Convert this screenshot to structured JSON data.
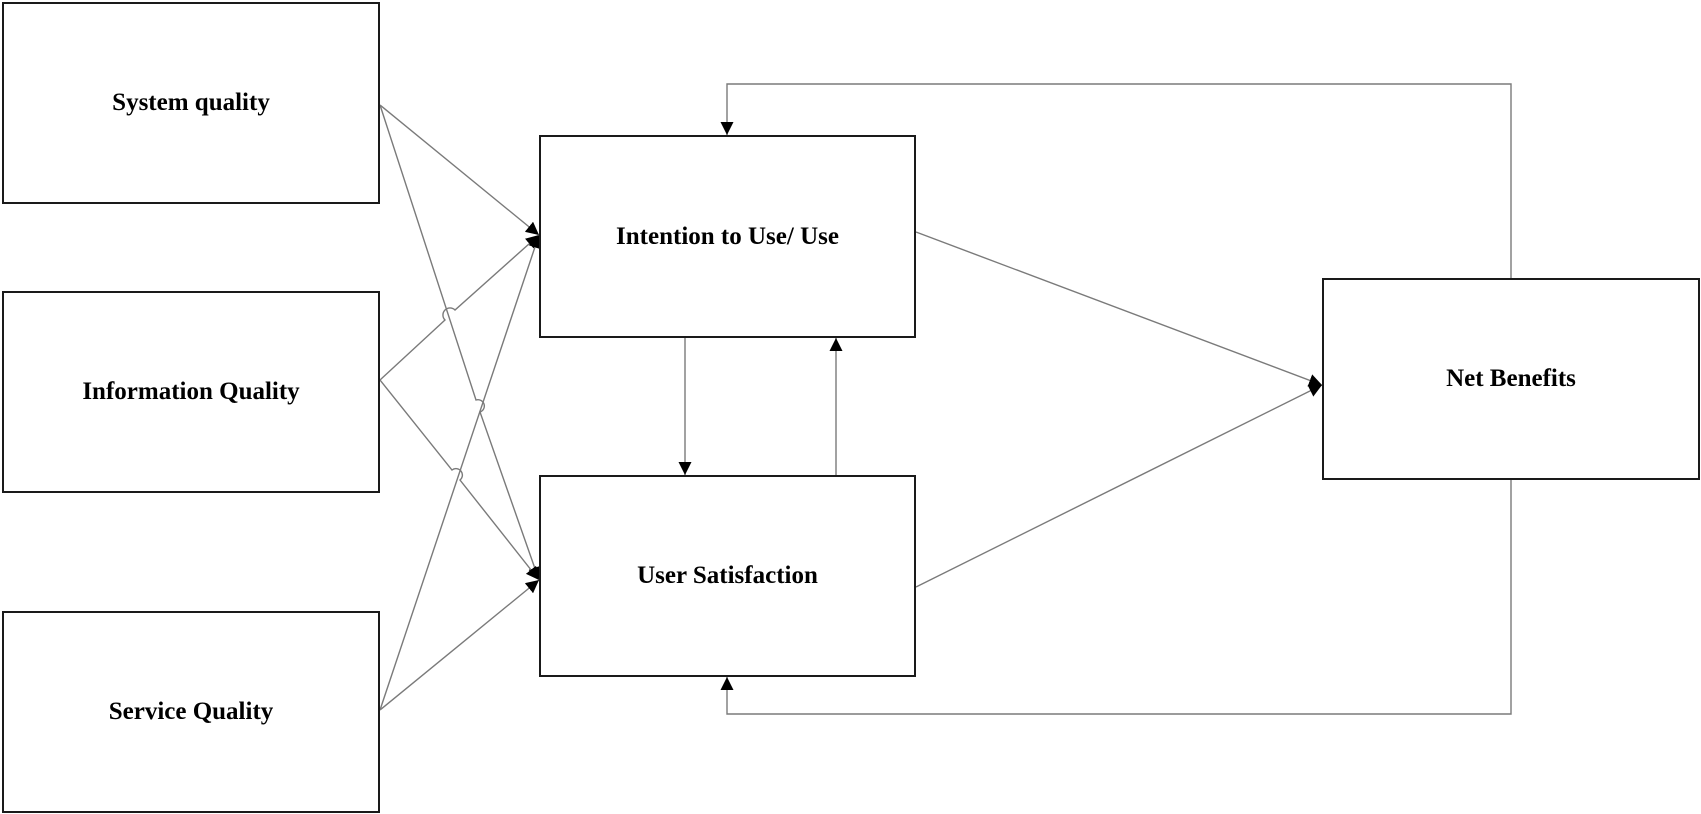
{
  "diagram": {
    "nodes": {
      "system_quality": "System quality",
      "information_quality": "Information Quality",
      "service_quality": "Service Quality",
      "intention_to_use": "Intention to Use/ Use",
      "user_satisfaction": "User Satisfaction",
      "net_benefits": "Net Benefits"
    },
    "edges": [
      {
        "from": "system_quality",
        "to": "intention_to_use"
      },
      {
        "from": "system_quality",
        "to": "user_satisfaction"
      },
      {
        "from": "information_quality",
        "to": "intention_to_use"
      },
      {
        "from": "information_quality",
        "to": "user_satisfaction"
      },
      {
        "from": "service_quality",
        "to": "intention_to_use"
      },
      {
        "from": "service_quality",
        "to": "user_satisfaction"
      },
      {
        "from": "intention_to_use",
        "to": "user_satisfaction"
      },
      {
        "from": "user_satisfaction",
        "to": "intention_to_use"
      },
      {
        "from": "intention_to_use",
        "to": "net_benefits"
      },
      {
        "from": "user_satisfaction",
        "to": "net_benefits"
      },
      {
        "from": "net_benefits",
        "to": "intention_to_use"
      },
      {
        "from": "net_benefits",
        "to": "user_satisfaction"
      }
    ],
    "colors": {
      "box_border": "#1a1a1a",
      "connector": "#7a7a7a",
      "arrowhead": "#000000",
      "background": "#ffffff"
    }
  }
}
